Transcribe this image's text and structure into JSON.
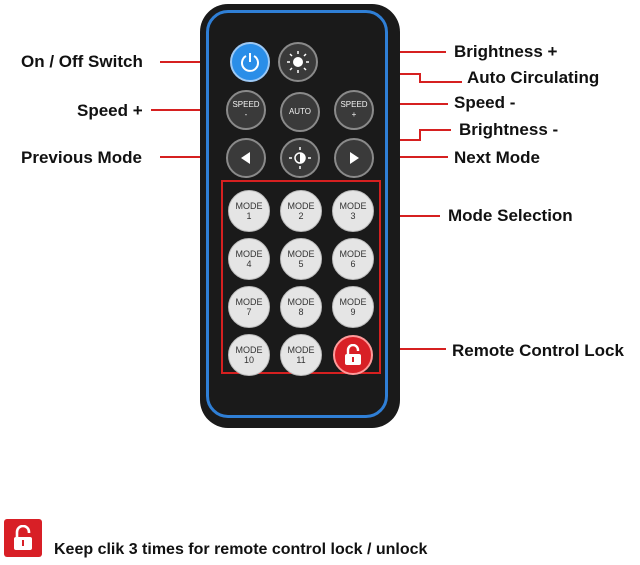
{
  "labels": {
    "on_off": "On / Off Switch",
    "speed_plus": "Speed +",
    "previous_mode": "Previous Mode",
    "brightness_plus": "Brightness +",
    "auto_circulating": "Auto Circulating",
    "speed_minus": "Speed -",
    "brightness_minus": "Brightness -",
    "next_mode": "Next Mode",
    "mode_selection": "Mode Selection",
    "remote_lock": "Remote Control Lock"
  },
  "buttons": {
    "speed_minus": [
      "SPEED",
      "-"
    ],
    "auto": "AUTO",
    "speed_plus": [
      "SPEED",
      "+"
    ],
    "modes": [
      [
        "MODE",
        "1"
      ],
      [
        "MODE",
        "2"
      ],
      [
        "MODE",
        "3"
      ],
      [
        "MODE",
        "4"
      ],
      [
        "MODE",
        "5"
      ],
      [
        "MODE",
        "6"
      ],
      [
        "MODE",
        "7"
      ],
      [
        "MODE",
        "8"
      ],
      [
        "MODE",
        "9"
      ],
      [
        "MODE",
        "10"
      ],
      [
        "MODE",
        "11"
      ]
    ]
  },
  "legend": {
    "text": "Keep clik 3 times for remote control lock / unlock"
  },
  "colors": {
    "callout_line": "#d62020",
    "remote_body": "#1a1a1a",
    "rim": "#2f7fd6",
    "power": "#2a8ee8",
    "lock": "#d81f26"
  }
}
